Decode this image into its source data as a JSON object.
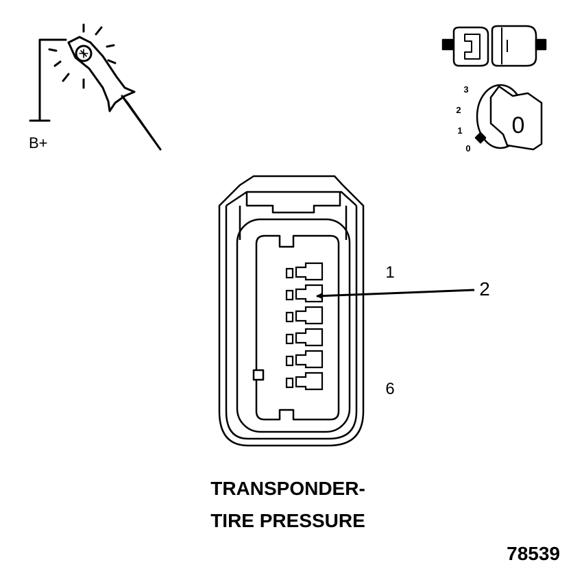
{
  "test_light": {
    "supply_label": "B+"
  },
  "connector_icon": {
    "icon": "connector-disconnected-icon"
  },
  "ignition_icon": {
    "icon": "ignition-key-switch-icon",
    "positions": [
      "3",
      "2",
      "1",
      "0"
    ],
    "key_glyph": "0"
  },
  "connector_face": {
    "pin_first_label": "1",
    "pin_last_label": "6",
    "callout_label": "2",
    "pin_count": 6
  },
  "caption": {
    "line1": "TRANSPONDER-",
    "line2": "TIRE PRESSURE"
  },
  "figure_number": "78539"
}
